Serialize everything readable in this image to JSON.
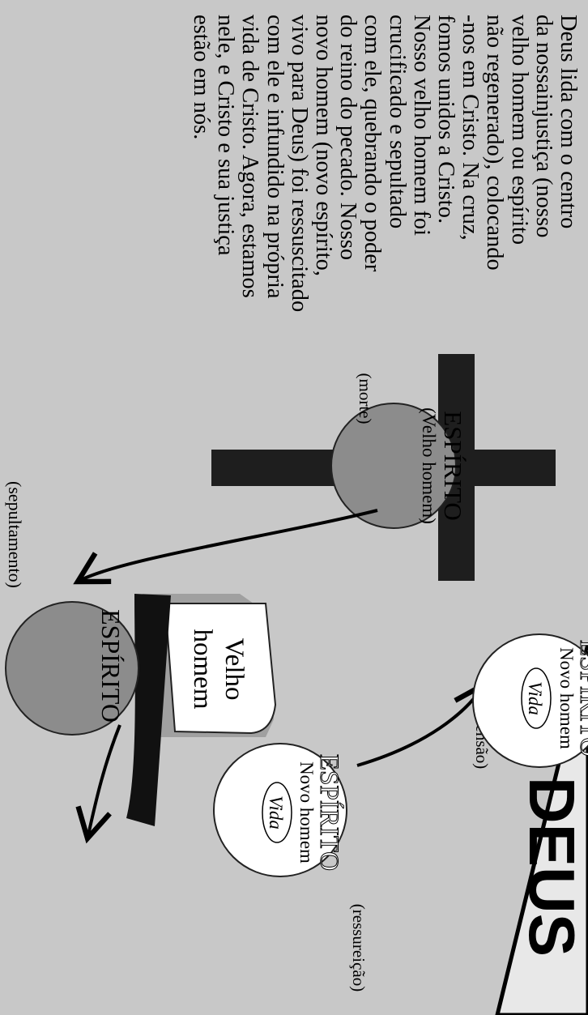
{
  "paragraph_lines": [
    "Deus lida com o centro",
    "da nossainjustiça (nosso",
    "velho homem ou espírito",
    "não regenerado), colocando",
    "-nos em Cristo. Na cruz,",
    "fomos unidos a Cristo.",
    "Nosso velho homem foi",
    "crucificado e sepultado",
    "com ele, quebrando o poder",
    "do reino do pecado. Nosso",
    "novo homem (novo espírito,",
    "vivo para Deus) foi ressuscitado",
    "com ele e infundido na própria",
    "vida de Cristo. Agora, estamos",
    "nele, e Cristo e sua justiça",
    "estão em nós."
  ],
  "cross": {
    "spirit_label": "ESPÍRITO",
    "old_man_label": "(Velho homem)",
    "stage_label": "(morte)"
  },
  "tomb": {
    "stone_line1": "Velho",
    "stone_line2": "homem",
    "spirit_label": "ESPÍRITO",
    "stage_label": "(sepultamento)"
  },
  "resurrection": {
    "spirit_label": "ESPÍRITO",
    "new_man_label": "Novo homem",
    "life_label": "Vida",
    "stage_label": "(ressureição)"
  },
  "ascension": {
    "spirit_label": "ESPÍRITO",
    "new_man_label": "Novo homem",
    "life_label": "Vida",
    "stage_label": "(ascensão)"
  },
  "god_label": "DEUS",
  "colors": {
    "background": "#c8c8c8",
    "spirit_fill": "#8c8c8c",
    "cross_fill": "#1e1e1e",
    "new_spirit_fill": "#ffffff",
    "triangle_fill": "#e8e8e8"
  }
}
